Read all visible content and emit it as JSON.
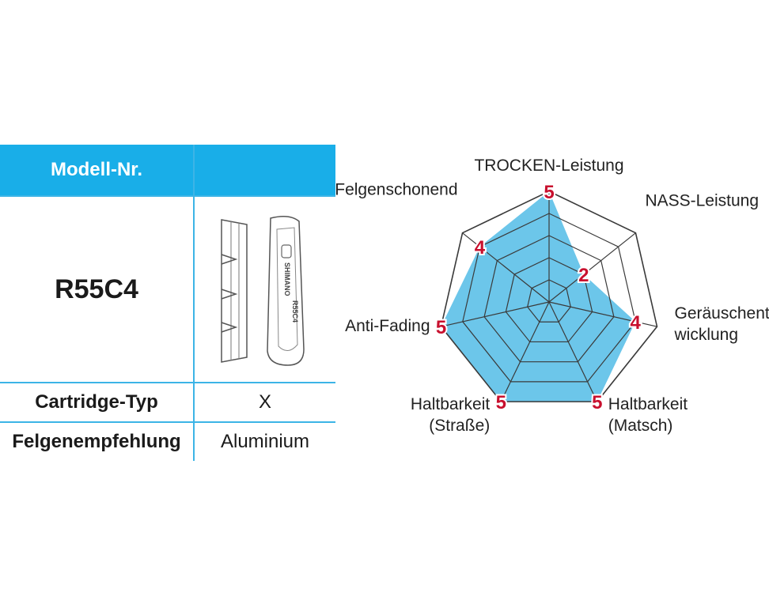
{
  "table": {
    "header_label": "Modell-Nr.",
    "header_value": "",
    "model": "R55C4",
    "rows": [
      {
        "label": "Cartridge-Typ",
        "value": "X"
      },
      {
        "label": "Felgenempfehlung",
        "value": "Aluminium"
      }
    ],
    "pad_print": [
      "SHIMANO",
      "R55C4"
    ]
  },
  "colors": {
    "header_bg": "#19aee8",
    "grid_line": "#3cb4e6",
    "fill": "#6cc6ea",
    "score": "#c8102e"
  },
  "chart_data": {
    "type": "radar",
    "max": 5,
    "rings": 5,
    "axes": [
      {
        "label": [
          "TROCKEN-Leistung"
        ],
        "value": 5
      },
      {
        "label": [
          "NASS-Leistung"
        ],
        "value": 2
      },
      {
        "label": [
          "Geräuschent-",
          "wicklung"
        ],
        "value": 4
      },
      {
        "label": [
          "Haltbarkeit",
          "(Matsch)"
        ],
        "value": 5
      },
      {
        "label": [
          "Haltbarkeit",
          "(Straße)"
        ],
        "value": 5
      },
      {
        "label": [
          "Anti-Fading"
        ],
        "value": 5
      },
      {
        "label": [
          "Felgenschonend"
        ],
        "value": 4
      }
    ]
  }
}
